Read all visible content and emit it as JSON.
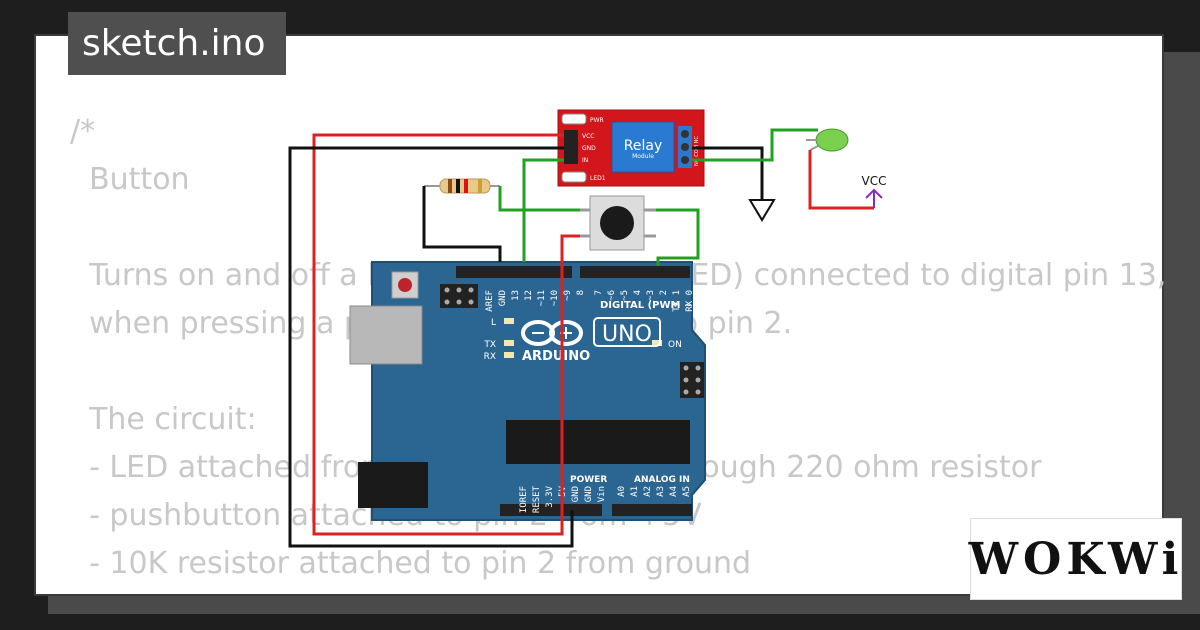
{
  "tab": {
    "title": "sketch.ino"
  },
  "code_lines": [
    "/*",
    "  Button",
    "",
    "  Turns on and off a light emitting diode(LED) connected to digital pin 13,",
    "  when pressing a pushbutton attached to pin 2.",
    "",
    "  The circuit:",
    "  - LED attached from pin 13 to ground through 220 ohm resistor",
    "  - pushbutton attached to pin 2 from +5V",
    "  - 10K resistor attached to pin 2 from ground"
  ],
  "relay": {
    "title": "Relay",
    "subtitle": "Module",
    "pins": [
      "VCC",
      "GND",
      "IN"
    ],
    "labels": {
      "pwr": "PWR",
      "led": "LED1",
      "contacts": "NO COM NC"
    }
  },
  "vcc_label": "VCC",
  "arduino": {
    "brand": "ARDUINO",
    "model": "UNO",
    "digital_label": "DIGITAL (PWM ~)",
    "power_label": "POWER",
    "analog_label": "ANALOG IN",
    "top_pins": [
      "AREF",
      "GND",
      "13",
      "12",
      "~11",
      "~10",
      "~9",
      "8",
      "7",
      "~6",
      "~5",
      "4",
      "~3",
      "2",
      "TX 1",
      "RX 0"
    ],
    "power_pins": [
      "IOREF",
      "RESET",
      "3.3V",
      "5V",
      "GND",
      "GND",
      "Vin"
    ],
    "analog_pins": [
      "A0",
      "A1",
      "A2",
      "A3",
      "A4",
      "A5"
    ],
    "leds": {
      "l": "L",
      "tx": "TX",
      "rx": "RX",
      "on": "ON"
    }
  },
  "logo": {
    "text": "WOKWi"
  },
  "colors": {
    "wire_red": "#e02020",
    "wire_black": "#111111",
    "wire_green": "#22a022",
    "board": "#2b6591",
    "relay": "#d3161c",
    "vcc": "#8a2bbf"
  }
}
